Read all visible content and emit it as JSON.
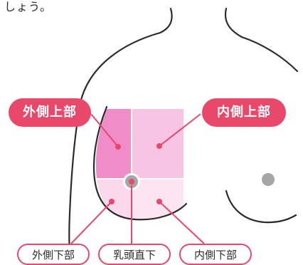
{
  "intro_text": "しょう。",
  "colors": {
    "accent": "#e8486a",
    "upper_outer": "#f08cc8",
    "upper_inner": "#f8c4e4",
    "lower_outer": "#fbd8ec",
    "lower_inner": "#fde4f1",
    "outline": "#2b2b2b",
    "nipple_gray": "#a6a6a6"
  },
  "labels": {
    "upper_outer": "外側上部",
    "upper_inner": "内側上部",
    "lower_outer": "外側下部",
    "nipple": "乳頭直下",
    "lower_inner": "内側下部"
  }
}
